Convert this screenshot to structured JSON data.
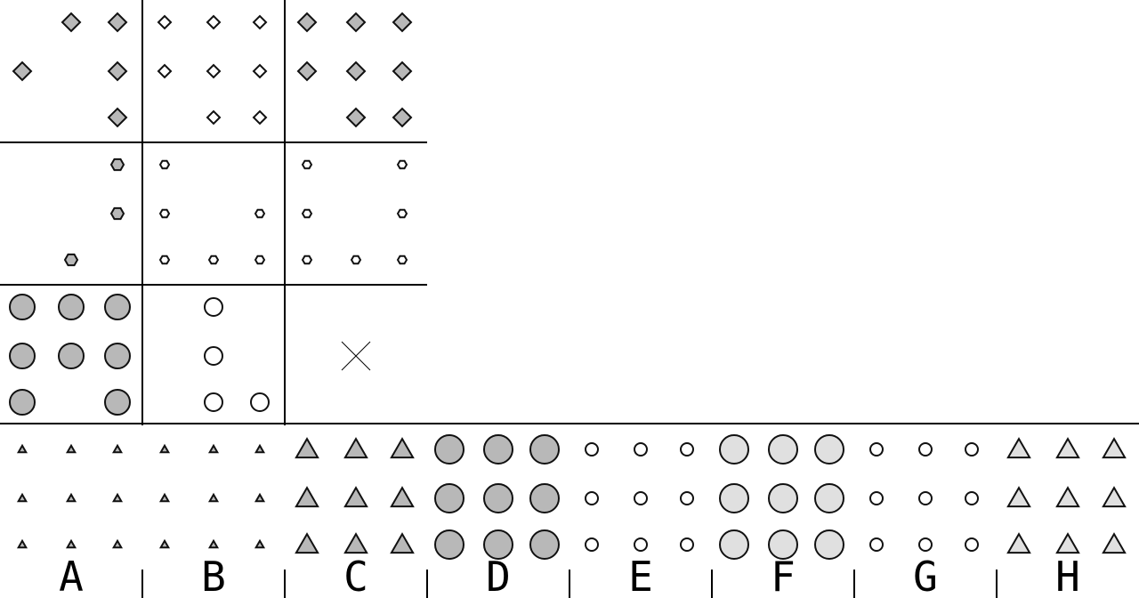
{
  "puzzle": {
    "matrix": [
      {
        "shape": "diamond",
        "size": "medium",
        "fill": "#b8b8b8",
        "positions": [
          "top-center",
          "top-right",
          "middle-left",
          "middle-right",
          "bottom-right"
        ]
      },
      {
        "shape": "diamond",
        "size": "small",
        "fill": "#ffffff",
        "positions": [
          "top-left",
          "top-center",
          "top-right",
          "middle-left",
          "middle-center",
          "middle-right",
          "bottom-center",
          "bottom-right"
        ]
      },
      {
        "shape": "diamond",
        "size": "medium",
        "fill": "#b8b8b8",
        "positions": [
          "top-left",
          "top-center",
          "top-right",
          "middle-left",
          "middle-center",
          "middle-right",
          "bottom-center",
          "bottom-right"
        ]
      },
      {
        "shape": "hexagon",
        "size": "small",
        "fill": "#b8b8b8",
        "positions": [
          "top-right",
          "middle-right",
          "bottom-center"
        ]
      },
      {
        "shape": "hexagon",
        "size": "tiny",
        "fill": "#ffffff",
        "positions": [
          "top-left",
          "middle-left",
          "middle-right",
          "bottom-left",
          "bottom-center",
          "bottom-right"
        ]
      },
      {
        "shape": "hexagon",
        "size": "tiny",
        "fill": "#ffffff",
        "positions": [
          "top-left",
          "top-right",
          "middle-left",
          "middle-right",
          "bottom-left",
          "bottom-center",
          "bottom-right"
        ]
      },
      {
        "shape": "circle",
        "size": "large",
        "fill": "#b8b8b8",
        "positions": [
          "top-left",
          "top-center",
          "top-right",
          "middle-left",
          "middle-center",
          "middle-right",
          "bottom-left",
          "bottom-right"
        ]
      },
      {
        "shape": "circle",
        "size": "medium",
        "fill": "#ffffff",
        "positions": [
          "top-center",
          "middle-center",
          "bottom-center",
          "bottom-right"
        ]
      },
      {
        "shape": "missing",
        "size": "medium",
        "fill": "#ffffff",
        "positions": []
      }
    ],
    "options": [
      {
        "label": "A",
        "shape": "triangle",
        "size": "tiny",
        "fill": "#b8b8b8",
        "positions": "all"
      },
      {
        "label": "B",
        "shape": "triangle",
        "size": "tiny",
        "fill": "#b8b8b8",
        "positions": "all"
      },
      {
        "label": "C",
        "shape": "triangle",
        "size": "large",
        "fill": "#b8b8b8",
        "positions": "all"
      },
      {
        "label": "D",
        "shape": "circle",
        "size": "xlarge",
        "fill": "#b8b8b8",
        "positions": "all"
      },
      {
        "label": "E",
        "shape": "circle",
        "size": "small",
        "fill": "#ffffff",
        "positions": "all"
      },
      {
        "label": "F",
        "shape": "circle",
        "size": "xlarge",
        "fill": "#e0e0e0",
        "positions": "all"
      },
      {
        "label": "G",
        "shape": "circle",
        "size": "small",
        "fill": "#ffffff",
        "positions": "all"
      },
      {
        "label": "H",
        "shape": "triangle",
        "size": "large",
        "fill": "#e0e0e0",
        "positions": "all"
      }
    ]
  }
}
